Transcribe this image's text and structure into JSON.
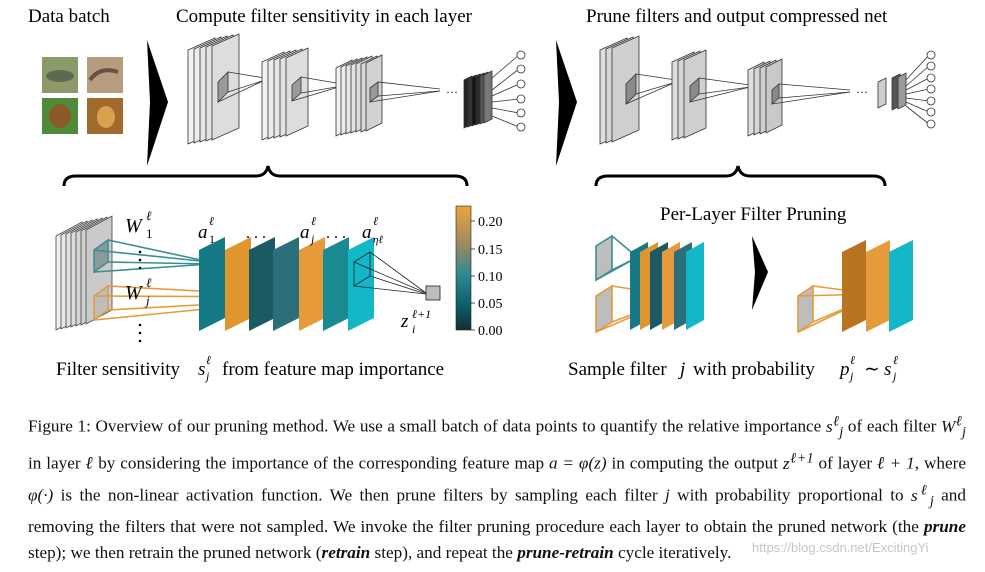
{
  "panels": {
    "data_batch": "Data batch",
    "compute_sensitivity": "Compute filter sensitivity in each layer",
    "prune_output": "Prune filters and output compressed net",
    "per_layer": "Per-Layer Filter Pruning",
    "sensitivity_caption": "Filter sensitivity s from feature map importance",
    "sample_caption": "Sample filter j with probability p ~ s"
  },
  "math_labels": {
    "W1": "W",
    "W1_sub": "1",
    "W1_sup": "ℓ",
    "Wj": "W",
    "Wj_sub": "j",
    "Wj_sup": "ℓ",
    "a1": "a",
    "a1_sub": "1",
    "a1_sup": "ℓ",
    "aj": "a",
    "aj_sub": "j",
    "aj_sup": "ℓ",
    "aeta": "a",
    "aeta_sub": "ηℓ",
    "aeta_sup": "ℓ",
    "z": "z",
    "z_sub": "i",
    "z_sup": "ℓ+1",
    "dots_mid": ". . .",
    "dots_right": ". . .",
    "ellipsis": "···"
  },
  "colorbar": {
    "ticks": [
      "0.20",
      "0.15",
      "0.10",
      "0.05",
      "0.00"
    ],
    "colors": [
      "#e8a033",
      "#b58a52",
      "#3b8a8f",
      "#0d6a78",
      "#12363b"
    ]
  },
  "colors": {
    "teal": "#3a8f92",
    "orange": "#e79a3a",
    "cyan": "#14b7c8",
    "dark_teal": "#1c5a63",
    "mid_teal": "#167a86"
  },
  "caption": {
    "p1": "Figure 1: Overview of our pruning method. We use a small batch of data points to quantify the relative importance ",
    "p2": " of each filter ",
    "p3": " in layer ",
    "p4": " by considering the importance of the corresponding feature map ",
    "p5": " in computing the output ",
    "p6": " of layer ",
    "p7": ", where ",
    "p8": " is the non-linear activation function. We then prune filters by sampling each filter ",
    "p9": " with probability proportional to ",
    "p10": " and removing the filters that were not sampled. We invoke the filter pruning procedure each layer to obtain the pruned network (the ",
    "prune": "prune",
    "p11": " step); we then retrain the pruned network (",
    "retrain": "retrain",
    "p12": " step), and repeat the ",
    "prune_retrain": "prune-retrain",
    "p13": " cycle iteratively.",
    "m_s": "s",
    "m_s_sub": "j",
    "m_s_sup": "ℓ",
    "m_W": "W",
    "m_W_sub": "j",
    "m_W_sup": "ℓ",
    "m_l": "ℓ",
    "m_a": "a = φ(z)",
    "m_z": "z",
    "m_z_sup": "ℓ+1",
    "m_l1": "ℓ + 1",
    "m_phi": "φ(·)",
    "m_j": "j"
  },
  "watermark": "https://blog.csdn.net/ExcitingYi"
}
